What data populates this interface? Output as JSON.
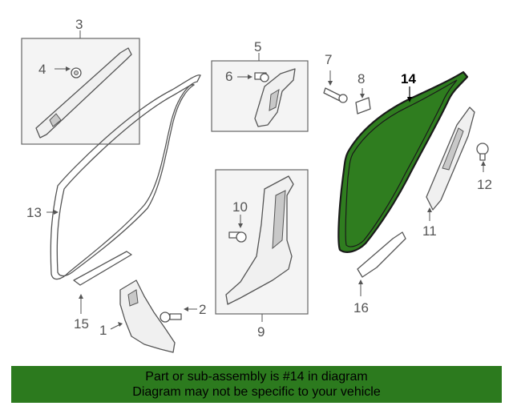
{
  "callouts": {
    "c1": "1",
    "c2": "2",
    "c3": "3",
    "c4": "4",
    "c5": "5",
    "c6": "6",
    "c7": "7",
    "c8": "8",
    "c9": "9",
    "c10": "10",
    "c11": "11",
    "c12": "12",
    "c13": "13",
    "c14": "14",
    "c15": "15",
    "c16": "16"
  },
  "highlight": {
    "part_number": "14",
    "color": "#2f7d1f"
  },
  "banner": {
    "line1": "Part or sub-assembly is #14 in diagram",
    "line2": "Diagram may not be specific to your vehicle",
    "background": "#2c7a1e"
  }
}
